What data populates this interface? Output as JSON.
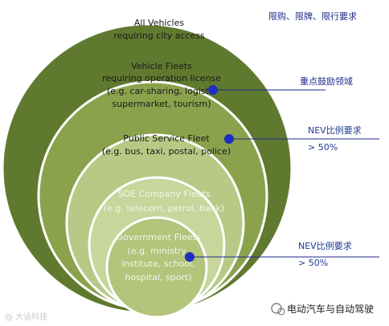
{
  "rings": [
    {
      "id": "all-vehicles",
      "lines": [
        "All Vehicles",
        "requiring city access"
      ],
      "fill": "#5f7a2f"
    },
    {
      "id": "vehicle-fleets",
      "lines": [
        "Vehicle Fleets",
        "requiring operation license",
        "(e.g. car-sharing, logistic",
        "supermarket, tourism)"
      ],
      "fill": "#8aa24c"
    },
    {
      "id": "public-service",
      "lines": [
        "Public Service Fleet",
        "(e.g. bus, taxi, postal, police)"
      ],
      "fill": "#b7c985"
    },
    {
      "id": "soe-company",
      "lines": [
        "SOE Company Fleets",
        "(e.g. telecom, petrol, bank)"
      ],
      "fill": "#c8d59b"
    },
    {
      "id": "government",
      "lines": [
        "Government Fleets",
        "(e.g. ministry,",
        "institute, school,",
        "hospital, sport)"
      ],
      "fill": "#b3c47b"
    }
  ],
  "annotations": {
    "top_right": "限购、限牌、限行要求",
    "key_incentive": "重点鼓励领域",
    "nev_public_line1": "NEV比例要求",
    "nev_public_line2": "> 50%",
    "nev_gov_line1": "NEV比例要求",
    "nev_gov_line2": "> 50%"
  },
  "watermark": "@ 大话科技",
  "brand": "电动汽车与自动驾驶",
  "colors": {
    "border": "#ffffff",
    "pointer_line": "#1f2a8a",
    "pointer_dot": "#1c2fbf",
    "annotation_text": "#1f3a93"
  }
}
